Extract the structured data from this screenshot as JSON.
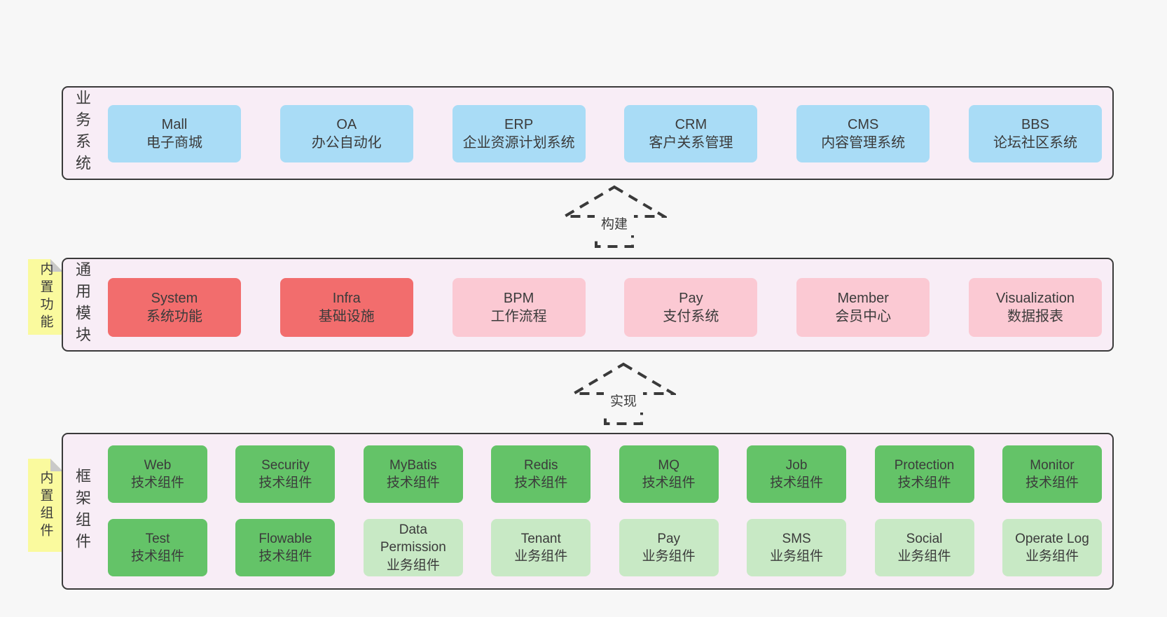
{
  "colors": {
    "page_bg": "#f7f7f7",
    "panel_bg": "#f8edf6",
    "panel_border": "#3a3a3a",
    "text": "#3b3b3b",
    "blue": "#a9dcf6",
    "red": "#f26d6d",
    "pink": "#fbc9d3",
    "green": "#64c368",
    "light_green": "#c8e9c5",
    "tab_yellow": "#fafa9e",
    "fold_gray": "#c9c9c9"
  },
  "business": {
    "label": "业务系统",
    "items": [
      {
        "name": "Mall",
        "desc": "电子商城"
      },
      {
        "name": "OA",
        "desc": "办公自动化"
      },
      {
        "name": "ERP",
        "desc": "企业资源计划系统"
      },
      {
        "name": "CRM",
        "desc": "客户关系管理"
      },
      {
        "name": "CMS",
        "desc": "内容管理系统"
      },
      {
        "name": "BBS",
        "desc": "论坛社区系统"
      }
    ]
  },
  "build_arrow": {
    "label": "构建"
  },
  "modules": {
    "label": "通用模块",
    "tag": "内置功能",
    "items": [
      {
        "name": "System",
        "desc": "系统功能"
      },
      {
        "name": "Infra",
        "desc": "基础设施"
      },
      {
        "name": "BPM",
        "desc": "工作流程"
      },
      {
        "name": "Pay",
        "desc": "支付系统"
      },
      {
        "name": "Member",
        "desc": "会员中心"
      },
      {
        "name": "Visualization",
        "desc": "数据报表"
      }
    ]
  },
  "implement_arrow": {
    "label": "实现"
  },
  "framework": {
    "label": "框架组件",
    "tag": "内置组件",
    "row1": [
      {
        "name": "Web",
        "desc": "技术组件"
      },
      {
        "name": "Security",
        "desc": "技术组件"
      },
      {
        "name": "MyBatis",
        "desc": "技术组件"
      },
      {
        "name": "Redis",
        "desc": "技术组件"
      },
      {
        "name": "MQ",
        "desc": "技术组件"
      },
      {
        "name": "Job",
        "desc": "技术组件"
      },
      {
        "name": "Protection",
        "desc": "技术组件"
      },
      {
        "name": "Monitor",
        "desc": "技术组件"
      }
    ],
    "row2": [
      {
        "name": "Test",
        "desc": "技术组件"
      },
      {
        "name": "Flowable",
        "desc": "技术组件"
      },
      {
        "name": "Data Permission",
        "desc": "业务组件"
      },
      {
        "name": "Tenant",
        "desc": "业务组件"
      },
      {
        "name": "Pay",
        "desc": "业务组件"
      },
      {
        "name": "SMS",
        "desc": "业务组件"
      },
      {
        "name": "Social",
        "desc": "业务组件"
      },
      {
        "name": "Operate Log",
        "desc": "业务组件"
      }
    ]
  }
}
